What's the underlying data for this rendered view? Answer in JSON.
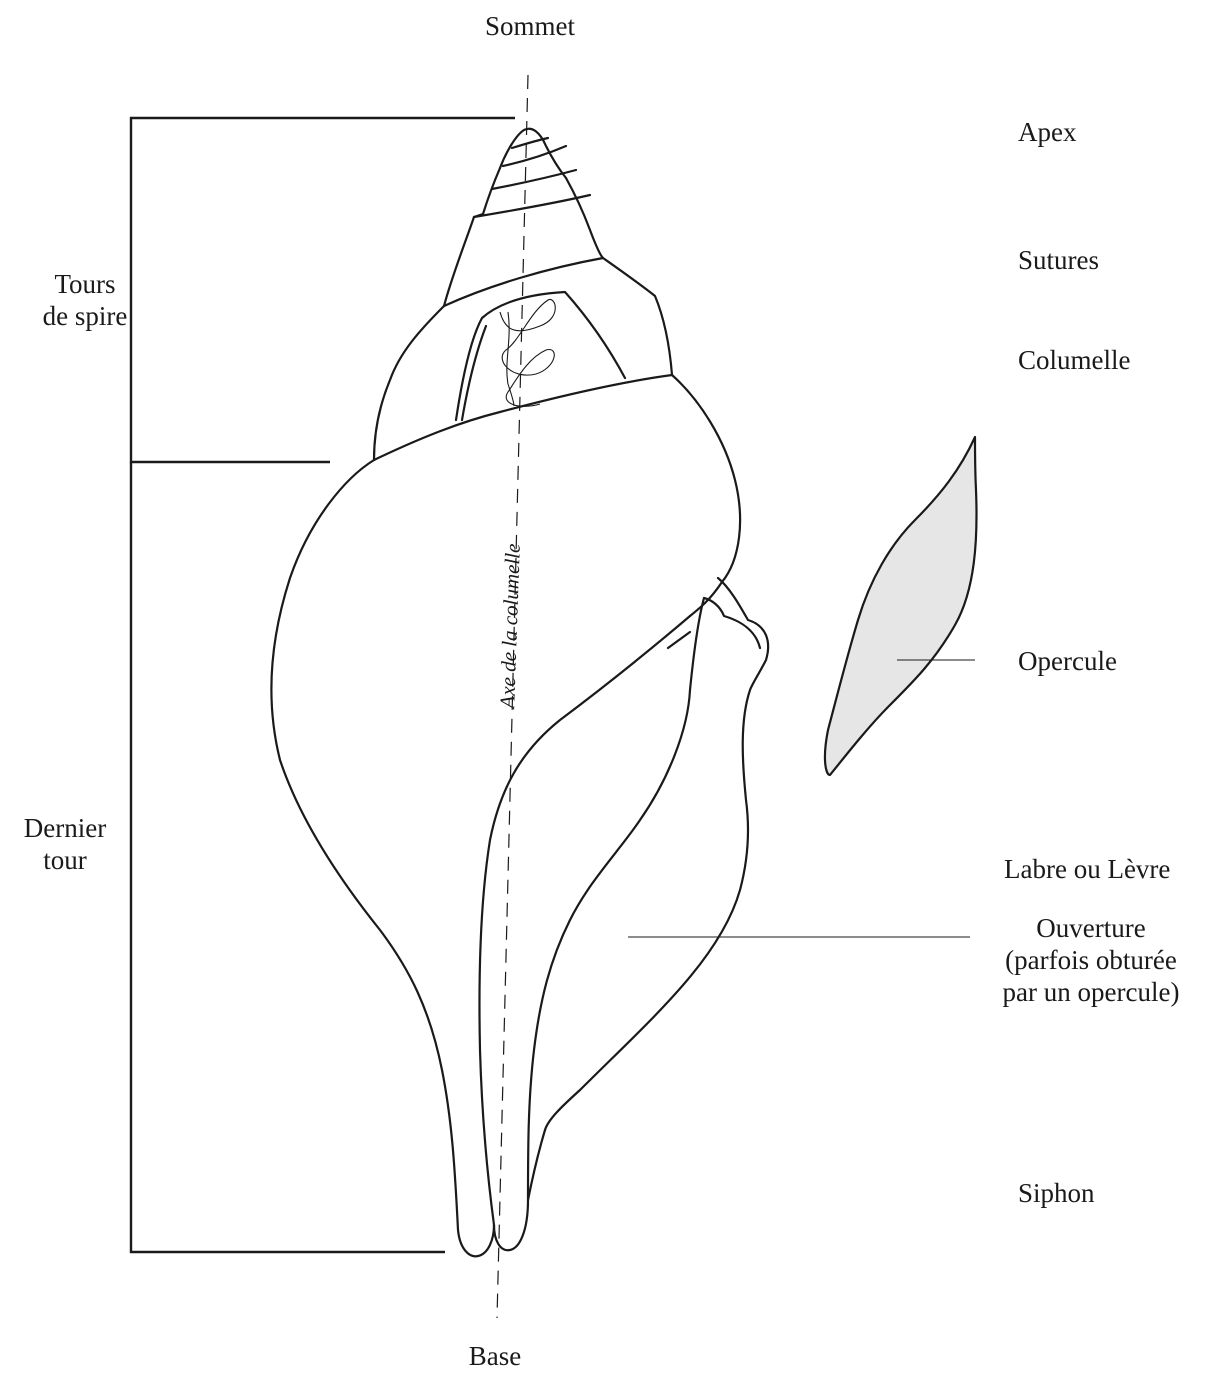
{
  "diagram": {
    "top_label": "Sommet",
    "bottom_label": "Base",
    "axis_label": "Axe de la columelle",
    "left_labels": {
      "spire": [
        "Tours",
        "de spire"
      ],
      "last_whorl": [
        "Dernier",
        "tour"
      ]
    },
    "right_labels": {
      "apex": "Apex",
      "sutures": "Sutures",
      "columella": "Columelle",
      "operculum": "Opercule",
      "lip": "Labre ou Lèvre",
      "aperture": [
        "Ouverture",
        "(parfois obturée",
        "par un opercule)"
      ],
      "siphon": "Siphon"
    },
    "colors": {
      "outline": "#1a1a1a",
      "operculum_fill": "#e6e6e6",
      "background": "#ffffff"
    }
  }
}
